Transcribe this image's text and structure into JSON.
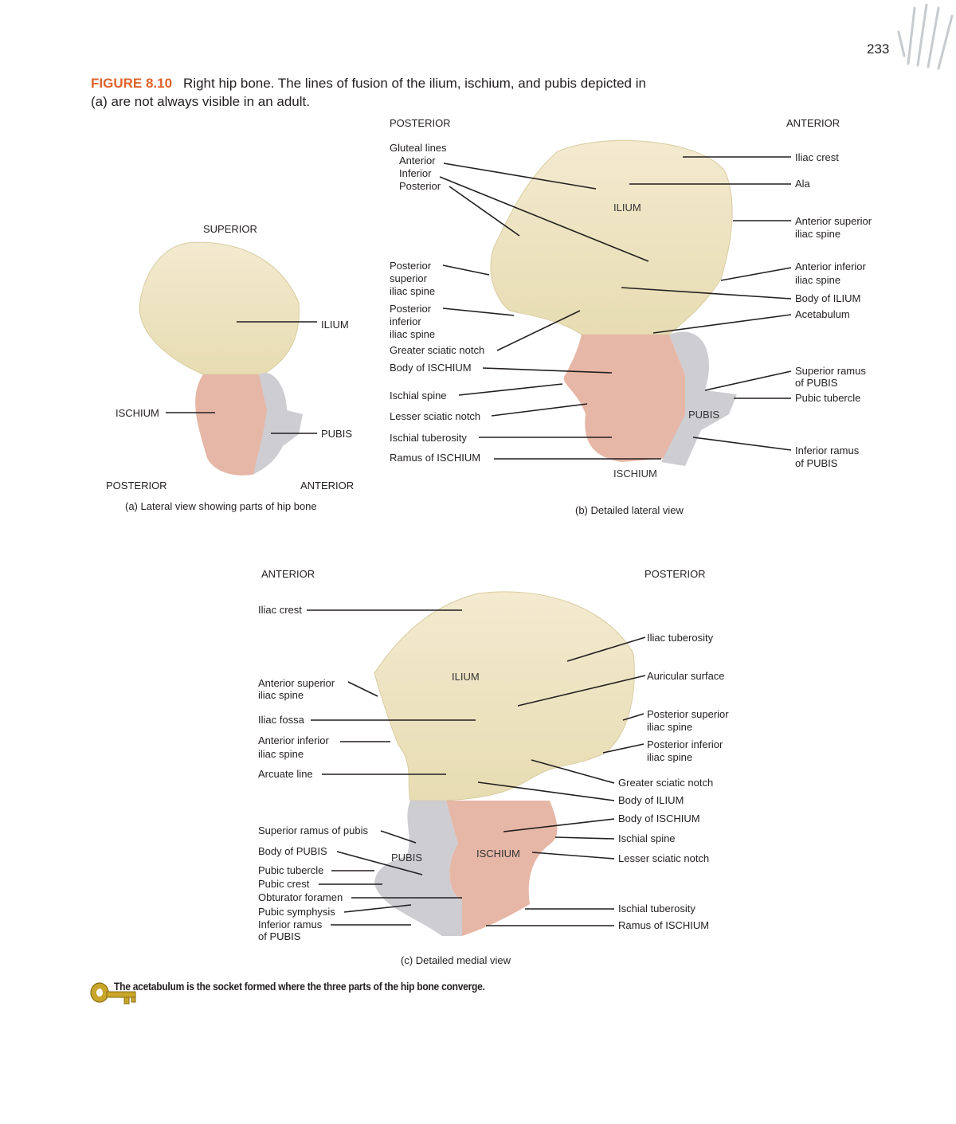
{
  "page_number": "233",
  "caption": {
    "figure_label": "FIGURE 8.10",
    "title": "Right hip bone.",
    "text_line1": "The lines of fusion of the ilium, ischium, and pubis depicted in",
    "text_line2": "(a) are not always visible in an adult."
  },
  "panel_a": {
    "superior": "SUPERIOR",
    "posterior": "POSTERIOR",
    "anterior": "ANTERIOR",
    "ilium": "ILIUM",
    "ischium": "ISCHIUM",
    "pubis": "PUBIS",
    "caption": "(a) Lateral view showing  parts of hip bone"
  },
  "panel_b": {
    "posterior": "POSTERIOR",
    "anterior": "ANTERIOR",
    "gluteal_lines": "Gluteal lines",
    "gl_anterior": "Anterior",
    "gl_inferior": "Inferior",
    "gl_posterior": "Posterior",
    "psis_1": "Posterior",
    "psis_2": "superior",
    "psis_3": "iliac spine",
    "piis_1": "Posterior",
    "piis_2": "inferior",
    "piis_3": "iliac spine",
    "greater_sciatic": "Greater sciatic notch",
    "body_ischium": "Body of ISCHIUM",
    "ischial_spine": "Ischial spine",
    "lesser_sciatic": "Lesser sciatic notch",
    "ischial_tuberosity": "Ischial tuberosity",
    "ramus_ischium": "Ramus of ISCHIUM",
    "iliac_crest": "Iliac crest",
    "ala": "Ala",
    "asis_1": "Anterior superior",
    "asis_2": "iliac spine",
    "aiis_1": "Anterior inferior",
    "aiis_2": "iliac spine",
    "body_ilium": "Body of ILIUM",
    "acetabulum": "Acetabulum",
    "sup_ramus_1": "Superior ramus",
    "sup_ramus_2": "of PUBIS",
    "pubic_tubercle": "Pubic tubercle",
    "inf_ramus_1": "Inferior ramus",
    "inf_ramus_2": "of PUBIS",
    "ilium": "ILIUM",
    "pubis": "PUBIS",
    "ischium": "ISCHIUM",
    "caption": "(b) Detailed lateral view"
  },
  "panel_c": {
    "anterior": "ANTERIOR",
    "posterior": "POSTERIOR",
    "iliac_crest": "Iliac crest",
    "asis_1": "Anterior superior",
    "asis_2": "iliac spine",
    "iliac_fossa": "Iliac fossa",
    "aiis_1": "Anterior inferior",
    "aiis_2": "iliac spine",
    "arcuate_line": "Arcuate line",
    "sup_ramus": "Superior ramus of pubis",
    "body_pubis": "Body of PUBIS",
    "pubic_tubercle": "Pubic tubercle",
    "pubic_crest": "Pubic crest",
    "obturator": "Obturator foramen",
    "pubic_symphysis": "Pubic symphysis",
    "inf_ramus_1": "Inferior ramus",
    "inf_ramus_2": "of PUBIS",
    "iliac_tuberosity": "Iliac tuberosity",
    "auricular": "Auricular surface",
    "psis_1": "Posterior superior",
    "psis_2": "iliac spine",
    "piis_1": "Posterior inferior",
    "piis_2": "iliac spine",
    "greater_sciatic": "Greater sciatic notch",
    "body_ilium": "Body of ILIUM",
    "body_ischium": "Body of ISCHIUM",
    "ischial_spine": "Ischial spine",
    "lesser_sciatic": "Lesser sciatic notch",
    "ischial_tuberosity": "Ischial tuberosity",
    "ramus_ischium": "Ramus of ISCHIUM",
    "ilium": "ILIUM",
    "pubis": "PUBIS",
    "ischium": "ISCHIUM",
    "caption": "(c) Detailed medial view"
  },
  "key_note": "The acetabulum is the socket formed where the three parts of the hip bone converge.",
  "colors": {
    "ilium": "#efe4bf",
    "ischium": "#e6b7a6",
    "pubis": "#cdcdd2",
    "accent": "#e0622a"
  }
}
